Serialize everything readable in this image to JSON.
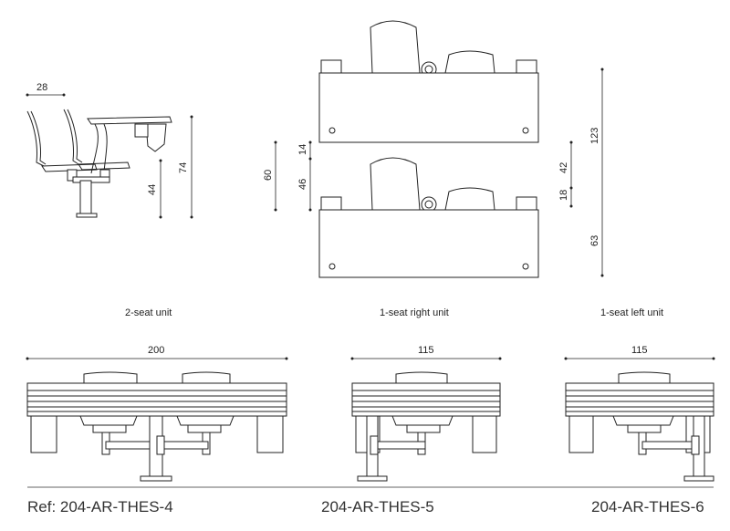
{
  "dimensions": {
    "side_seat_width": "28",
    "side_total_height": "74",
    "side_seat_height": "44",
    "front_depth_total": "60",
    "front_upper_offset": "14",
    "front_seat_depth": "46",
    "row_spacing_total": "123",
    "row_upper": "42",
    "row_gap": "18",
    "row_lower": "63",
    "unit1_width": "200",
    "unit2_width": "115",
    "unit3_width": "115"
  },
  "units": {
    "two_seat": "2-seat unit",
    "one_seat_right": "1-seat right unit",
    "one_seat_left": "1-seat left unit"
  },
  "refs": {
    "r1": "Ref: 204-AR-THES-4",
    "r2": "204-AR-THES-5",
    "r3": "204-AR-THES-6"
  }
}
